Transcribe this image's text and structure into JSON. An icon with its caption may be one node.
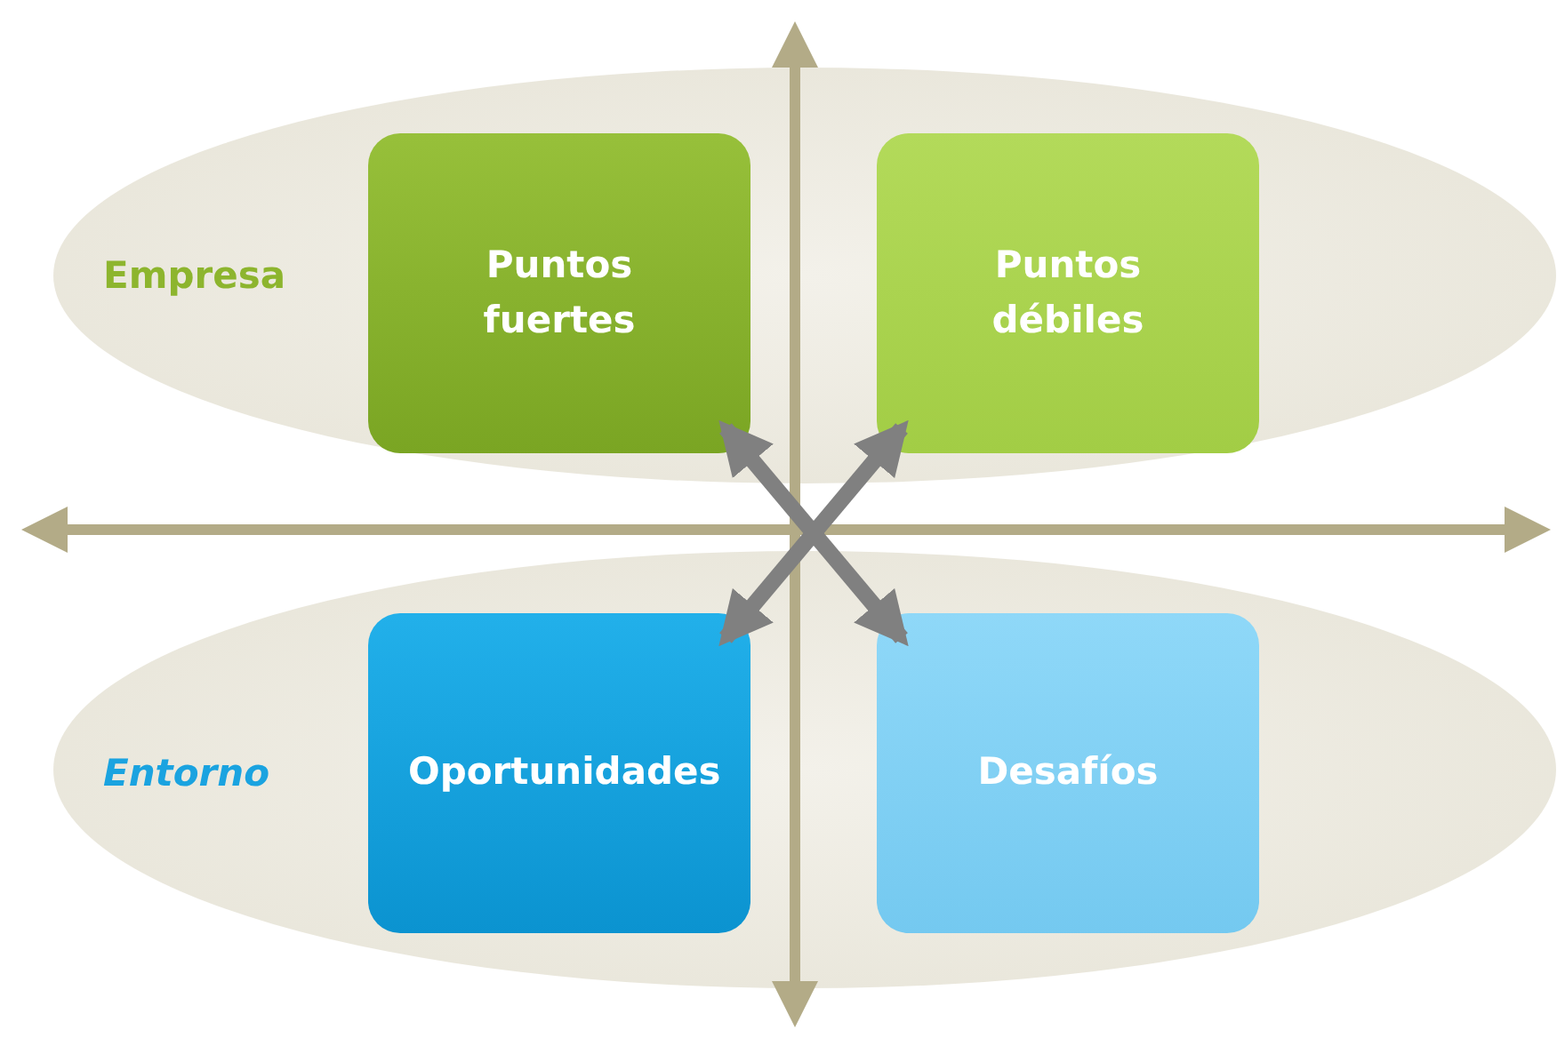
{
  "diagram": {
    "nodes": [
      {
        "text": [
          "Empresa"
        ]
      },
      {
        "text": [
          "Puntos fuertes"
        ],
        "in": 0
      },
      {
        "text": [
          "Puntos débiles"
        ],
        "in": 0
      },
      {
        "text": [
          "Entorno"
        ]
      },
      {
        "text": [
          "Oportunidades"
        ],
        "in": 3
      },
      {
        "text": [
          "Desafíos"
        ],
        "in": 3
      }
    ],
    "edges": [
      {
        "from": 1,
        "to": 5,
        "arrow": "both"
      },
      {
        "from": 2,
        "to": 4,
        "arrow": "both"
      }
    ]
  }
}
